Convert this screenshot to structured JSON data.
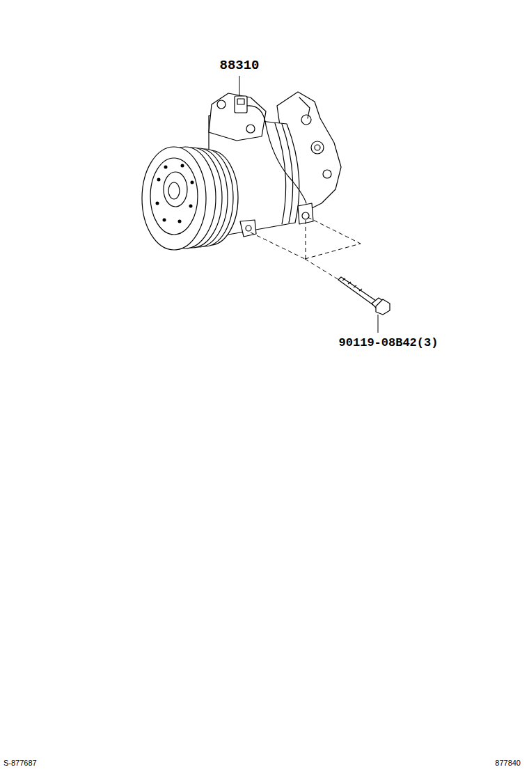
{
  "diagram": {
    "labels": [
      "88310",
      "90119-08B42(3)",
      "S-877687",
      "877840"
    ]
  }
}
